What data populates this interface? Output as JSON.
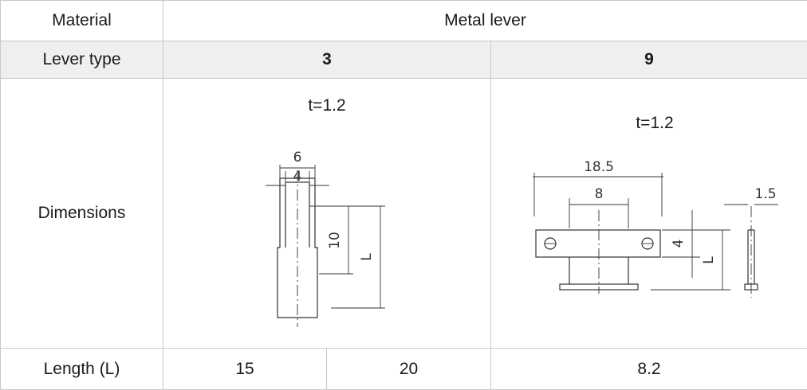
{
  "table": {
    "row_material": {
      "label": "Material",
      "value": "Metal lever"
    },
    "row_lever_type": {
      "label": "Lever type",
      "type_a": "3",
      "type_b": "9"
    },
    "row_dimensions": {
      "label": "Dimensions",
      "lever3": {
        "thickness": "t=1.2",
        "dim_outer_width": "6",
        "dim_inner_width": "4",
        "dim_slot": "10",
        "dim_length": "L"
      },
      "lever9": {
        "thickness": "t=1.2",
        "dim_total_width": "18.5",
        "dim_center": "8",
        "dim_height": "4",
        "dim_length": "L",
        "dim_side": "1.5"
      }
    },
    "row_length": {
      "label": "Length (L)",
      "v1": "15",
      "v2": "20",
      "v3": "8.2"
    }
  }
}
